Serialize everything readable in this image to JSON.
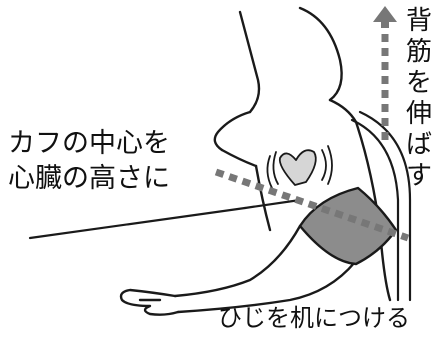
{
  "labels": {
    "cuff_position": "カフの中心を\n心臓の高さに",
    "back_posture": "背筋を伸ばす",
    "elbow_position": "ひじを机につける"
  },
  "colors": {
    "line": "#1a1a1a",
    "cuff_fill": "#8c8c8c",
    "guide_gray": "#777777",
    "heart_fill": "#d6d6d6",
    "background": "#ffffff"
  },
  "icons": {
    "arrow": "arrow-up-icon",
    "heart": "heart-icon"
  }
}
